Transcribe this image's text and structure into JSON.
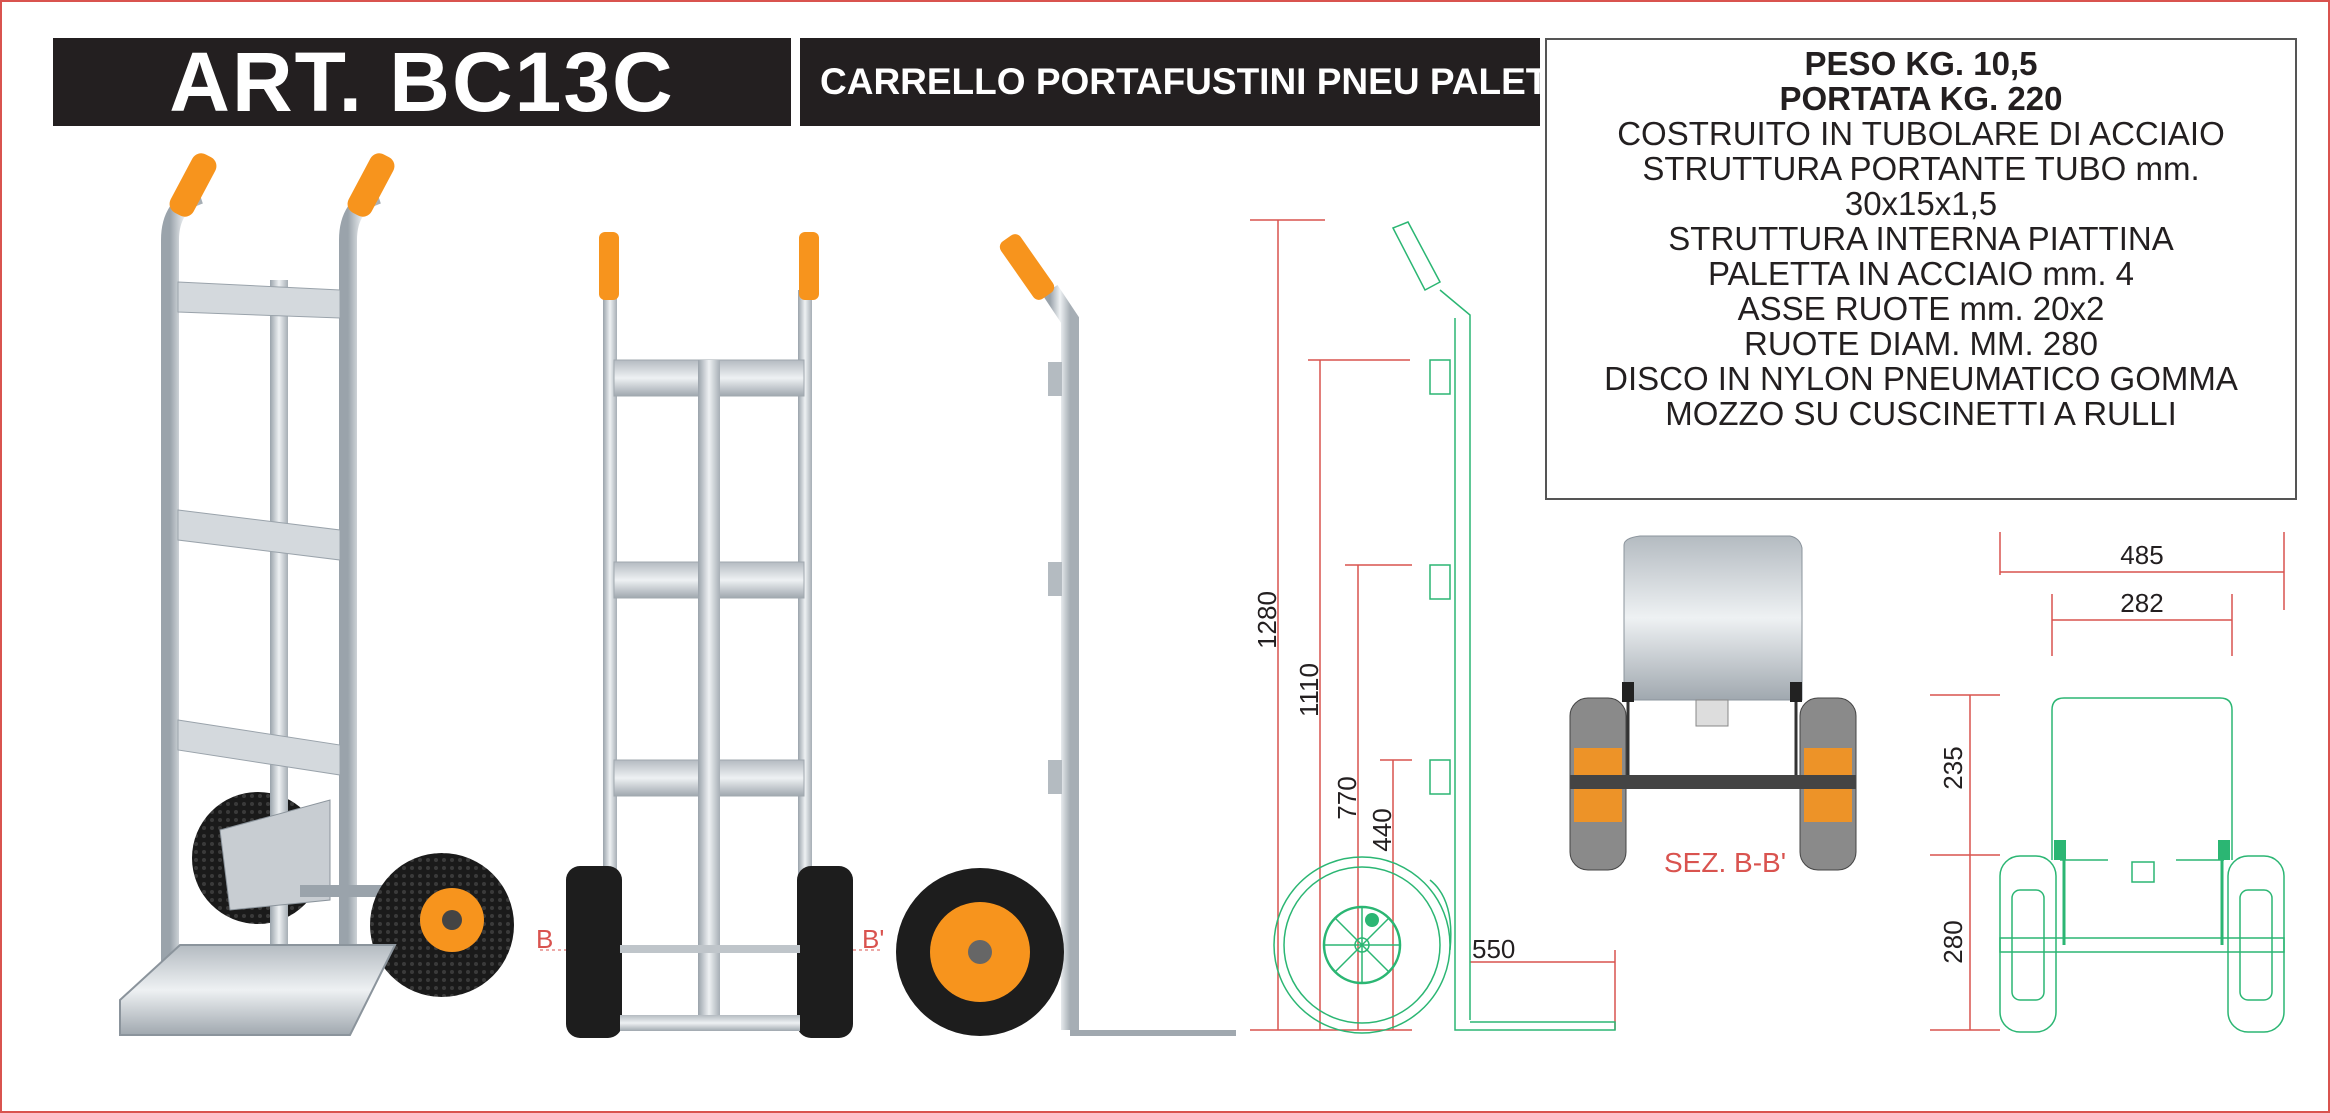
{
  "header": {
    "title": "ART. BC13C",
    "subtitle": "CARRELLO PORTAFUSTINI  PNEU PALETTA"
  },
  "specs": [
    {
      "text": "PESO KG. 10,5",
      "bold": true
    },
    {
      "text": "PORTATA KG. 220",
      "bold": true
    },
    {
      "text": "COSTRUITO IN TUBOLARE DI ACCIAIO",
      "bold": false
    },
    {
      "text": "STRUTTURA PORTANTE TUBO mm.",
      "bold": false
    },
    {
      "text": "30x15x1,5",
      "bold": false
    },
    {
      "text": "STRUTTURA INTERNA PIATTINA",
      "bold": false
    },
    {
      "text": "PALETTA IN ACCIAIO mm. 4",
      "bold": false
    },
    {
      "text": "ASSE RUOTE mm. 20x2",
      "bold": false
    },
    {
      "text": "RUOTE DIAM. MM. 280",
      "bold": false
    },
    {
      "text": "DISCO IN NYLON  PNEUMATICO GOMMA",
      "bold": false
    },
    {
      "text": "MOZZO SU CUSCINETTI A RULLI",
      "bold": false
    }
  ],
  "section_labels": {
    "b_left": "B",
    "b_right": "B'",
    "section": "SEZ. B-B'"
  },
  "side_dimensions": {
    "h1": "1280",
    "h2": "1110",
    "h3": "770",
    "h4": "440",
    "depth": "550"
  },
  "top_dimensions": {
    "width_outer": "485",
    "width_inner": "282",
    "height_upper": "235",
    "height_lower": "280"
  },
  "colors": {
    "header_bg": "#231f20",
    "frame": "#d9534f",
    "dimension_line": "#d9534f",
    "drawing_green": "#2bb673",
    "handle_orange": "#f7941d",
    "steel": "#c8cdd2"
  }
}
